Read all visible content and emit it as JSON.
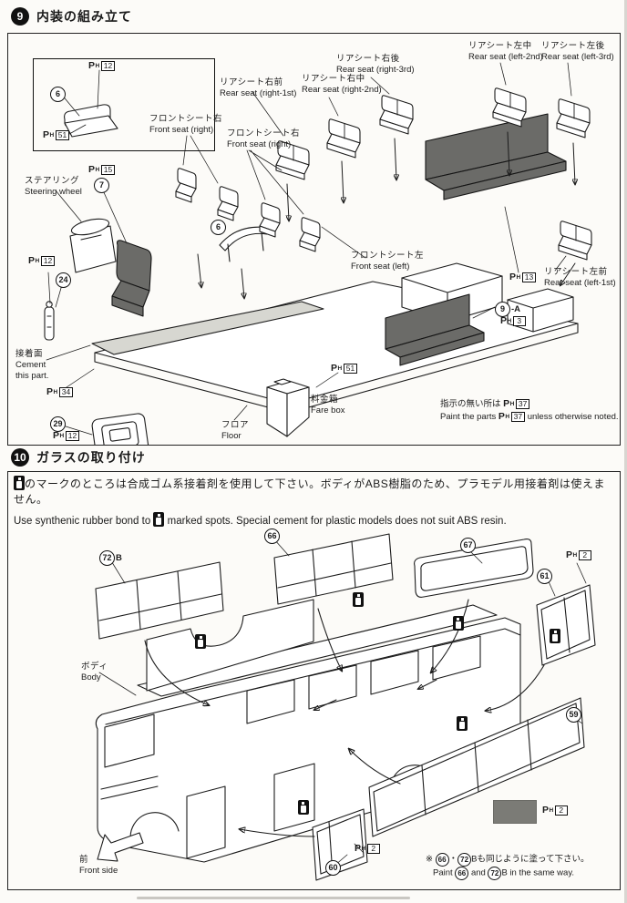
{
  "codes": {
    "p": "P",
    "h": "H"
  },
  "step9": {
    "number": "9",
    "title": "内装の組み立て",
    "parts": {
      "inset": "6",
      "seat7": "7",
      "lever": "24",
      "heater": "29",
      "guard": "6",
      "bench": "9",
      "bench_suffix": "-A"
    },
    "ph": {
      "inset_top": "12",
      "inset_bottom": "51",
      "seat7": "15",
      "lever": "12",
      "cement": "34",
      "heater": "12",
      "fare": "51",
      "bench": "3",
      "left1": "13",
      "note": "37"
    },
    "labels": {
      "steering": {
        "jp": "ステアリング",
        "en": "Steering wheel"
      },
      "front_right_1": {
        "jp": "フロントシート右",
        "en": "Front seat (right)"
      },
      "front_right_2": {
        "jp": "フロントシート右",
        "en": "Front seat (right)"
      },
      "front_left": {
        "jp": "フロントシート左",
        "en": "Front seat (left)"
      },
      "rear_right_1": {
        "jp": "リアシート右前",
        "en": "Rear seat (right-1st)"
      },
      "rear_right_2": {
        "jp": "リアシート右中",
        "en": "Rear seat (right-2nd)"
      },
      "rear_right_3": {
        "jp": "リアシート右後",
        "en": "Rear seat (right-3rd)"
      },
      "rear_left_1": {
        "jp": "リアシート左前",
        "en": "Rear seat (left-1st)"
      },
      "rear_left_2": {
        "jp": "リアシート左中",
        "en": "Rear seat (left-2nd)"
      },
      "rear_left_3": {
        "jp": "リアシート左後",
        "en": "Rear seat (left-3rd)"
      },
      "floor": {
        "jp": "フロア",
        "en": "Floor"
      },
      "fare": {
        "jp": "料金箱",
        "en": "Fare box"
      },
      "cement": {
        "jp": "接着面",
        "en_line1": "Cement",
        "en_line2": "this part."
      }
    },
    "note": {
      "jp_pre": "指示の無い所は",
      "en_pre": "Paint the parts",
      "en_post": "unless otherwise noted."
    }
  },
  "step10": {
    "number": "10",
    "title": "ガラスの取り付け",
    "warning": {
      "jp": "のマークのところは合成ゴム系接着剤を使用して下さい。ボディがABS樹脂のため、プラモデル用接着剤は使えません。",
      "en_pre": "Use synthenic rubber  bond to",
      "en_post": "marked spots. Special cement for plastic models does not suit ABS resin."
    },
    "parts": {
      "g72": "72",
      "g72_suffix": "B",
      "g66": "66",
      "g67": "67",
      "g61": "61",
      "g59": "59",
      "g60": "60"
    },
    "ph": {
      "g61": "2",
      "g60": "2",
      "swatch": "2"
    },
    "labels": {
      "body": {
        "jp": "ボディ",
        "en": "Body"
      },
      "front": {
        "jp": "前",
        "en": "Front side"
      }
    },
    "note": {
      "jp_pre": "※",
      "jp_sep": "・",
      "suffix": "B",
      "jp_post": "も同じように塗って下さい。",
      "en_pre": "Paint",
      "en_mid": "and",
      "en_post": "in the same way.",
      "n66": "66",
      "n72": "72"
    },
    "swatch_color": "#7b7b76"
  }
}
